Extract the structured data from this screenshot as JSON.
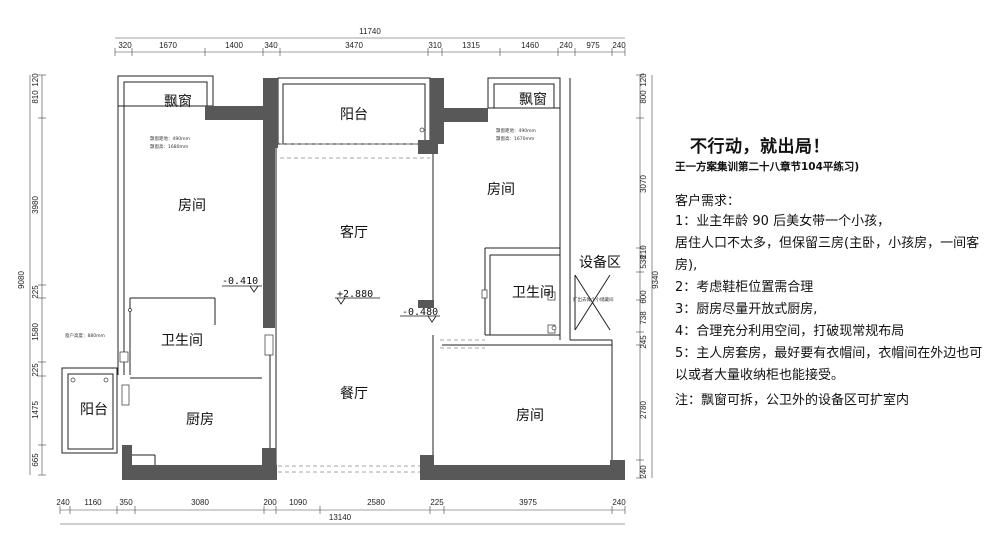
{
  "plan": {
    "dims_top": [
      "11740",
      "320",
      "1670",
      "1400",
      "340",
      "3470",
      "310",
      "1315",
      "1460",
      "240",
      "975",
      "240"
    ],
    "dims_bottom": [
      "240",
      "1160",
      "350",
      "3080",
      "200",
      "1090",
      "2580",
      "225",
      "3975",
      "240",
      "13140"
    ],
    "dims_left": [
      "120",
      "810",
      "3980",
      "225",
      "1580",
      "225",
      "1475",
      "665",
      "9080"
    ],
    "dims_right": [
      "120",
      "800",
      "3070",
      "538",
      "210",
      "600",
      "738",
      "245",
      "2780",
      "240",
      "9340"
    ],
    "rooms": {
      "bay_window_left": "飘窗",
      "bay_window_right": "飘窗",
      "balcony_top": "阳台",
      "balcony_left": "阳台",
      "room_left": "房间",
      "room_right_top": "房间",
      "room_right_bottom": "房间",
      "living": "客厅",
      "dining": "餐厅",
      "bath_left": "卫生间",
      "bath_right": "卫生间",
      "kitchen": "厨房",
      "equipment": "设备区"
    },
    "levels": {
      "l1": "-0.410",
      "l2": "+2.880",
      "l3": "-0.480"
    },
    "small_notes": {
      "bay_left_1": "飘窗距地：490mm",
      "bay_left_2": "飘窗高：1680mm",
      "bay_right_1": "飘窗距地：490mm",
      "bay_right_2": "飘窗高：1670mm",
      "window_height": "窗户高度：880mm",
      "vent_note": "扩出去做个小储藏间"
    }
  },
  "side": {
    "slogan": "不行动，就出局！",
    "subtitle": "王一方案集训第二十八章节104平练习)",
    "req_title": "客户需求：",
    "requirements": [
      "1：业主年龄 90 后美女带一个小孩，",
      "居住人口不太多，但保留三房(主卧，小孩房，一间客房),",
      "2：考虑鞋柜位置需合理",
      "3：厨房尽量开放式厨房,",
      "4：合理充分利用空间，打破现常规布局",
      "5：主人房套房，最好要有衣帽间，衣帽间在外边也可以或者大量收纳柜也能接受。"
    ],
    "note": "注：飘窗可拆，公卫外的设备区可扩室内"
  }
}
